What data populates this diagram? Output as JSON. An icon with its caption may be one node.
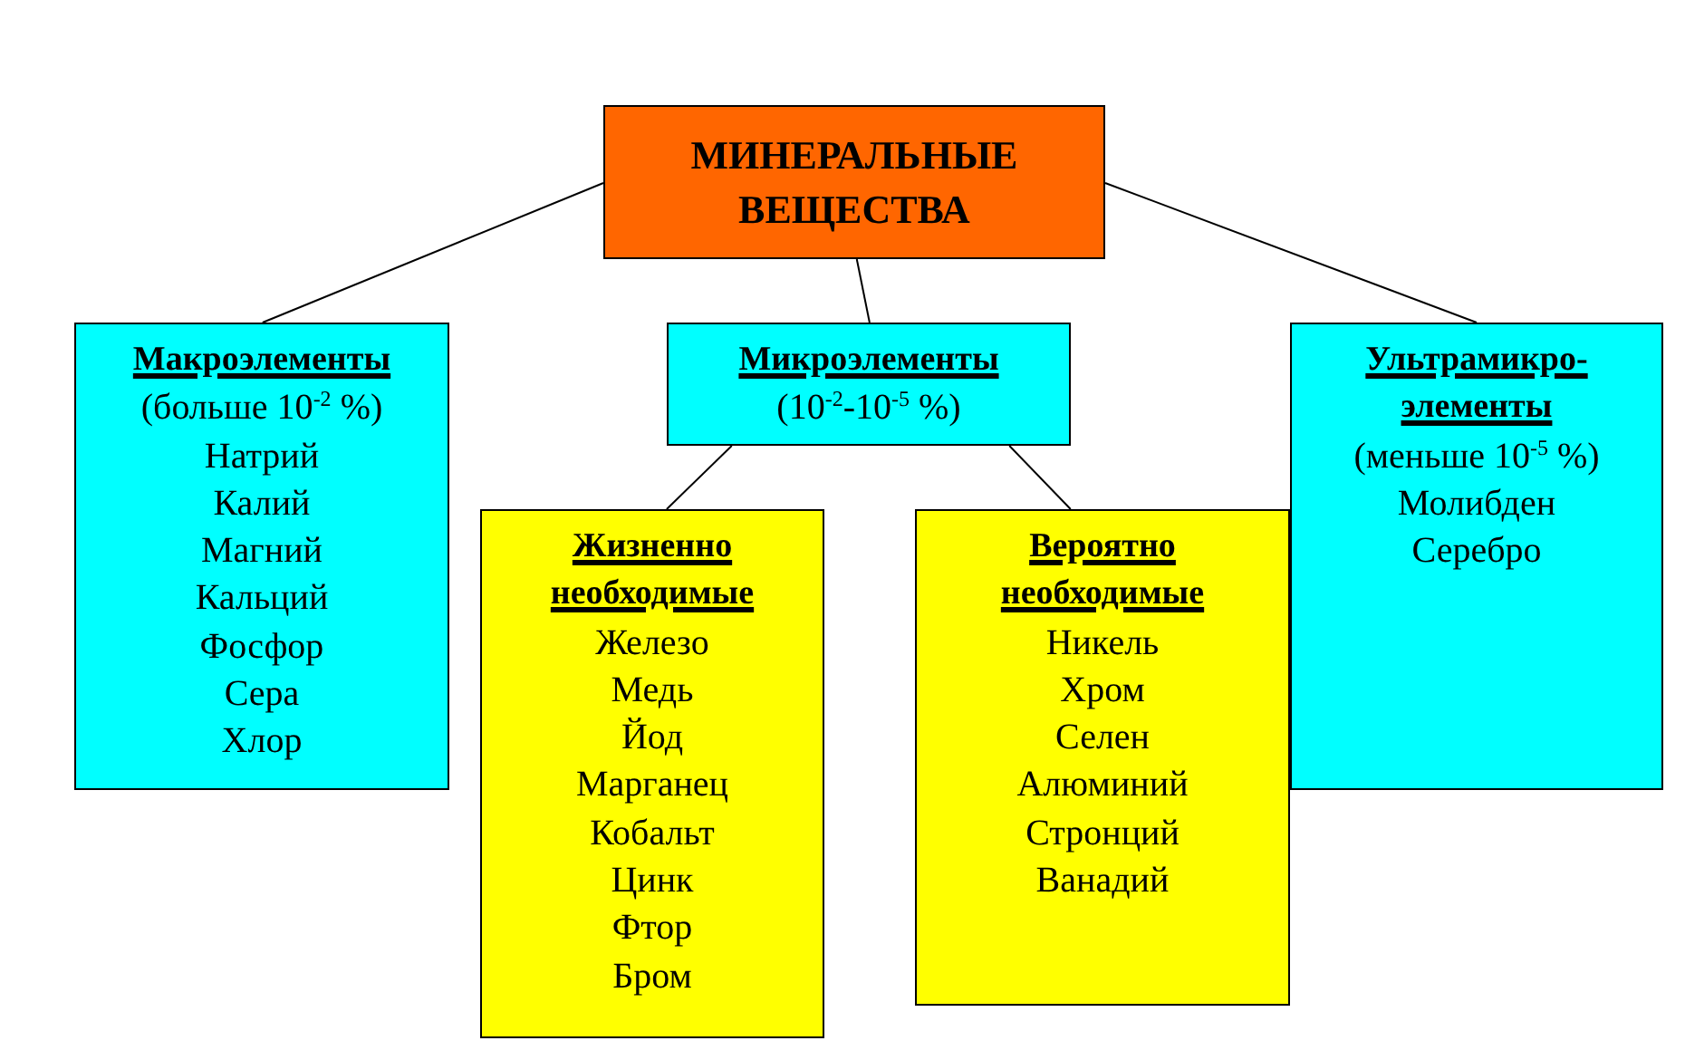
{
  "diagram": {
    "nodes": [
      {
        "text": [
          "МИНЕРАЛЬНЫЕ ВЕЩЕСТВА"
        ]
      },
      {
        "text": [
          "Макроэлементы",
          "(больше 10$^{-2}$ %)",
          "Натрий",
          "Калий",
          "Магний",
          "Кальций",
          "Фосфор",
          "Сера",
          "Хлор"
        ]
      },
      {
        "text": [
          "Микроэлементы",
          "(10$^{-2}$-10$^{-5}$ %)"
        ]
      },
      {
        "text": [
          "Ультрамикро-элементы",
          "(меньше 10$^{-5}$ %)",
          "Молибден",
          "Серебро"
        ]
      },
      {
        "text": [
          "Жизненно необходимые",
          "Железо",
          "Медь",
          "Йод",
          "Марганец",
          "Кобальт",
          "Цинк",
          "Фтор",
          "Бром"
        ]
      },
      {
        "text": [
          "Вероятно необходимые",
          "Никель",
          "Хром",
          "Селен",
          "Алюминий",
          "Стронций",
          "Ванадий"
        ]
      }
    ],
    "edges": [
      {
        "from": 0,
        "to": 1,
        "arrow": "none"
      },
      {
        "from": 0,
        "to": 2,
        "arrow": "none"
      },
      {
        "from": 0,
        "to": 3,
        "arrow": "none"
      },
      {
        "from": 2,
        "to": 4,
        "arrow": "none"
      },
      {
        "from": 2,
        "to": 5,
        "arrow": "none"
      }
    ]
  }
}
